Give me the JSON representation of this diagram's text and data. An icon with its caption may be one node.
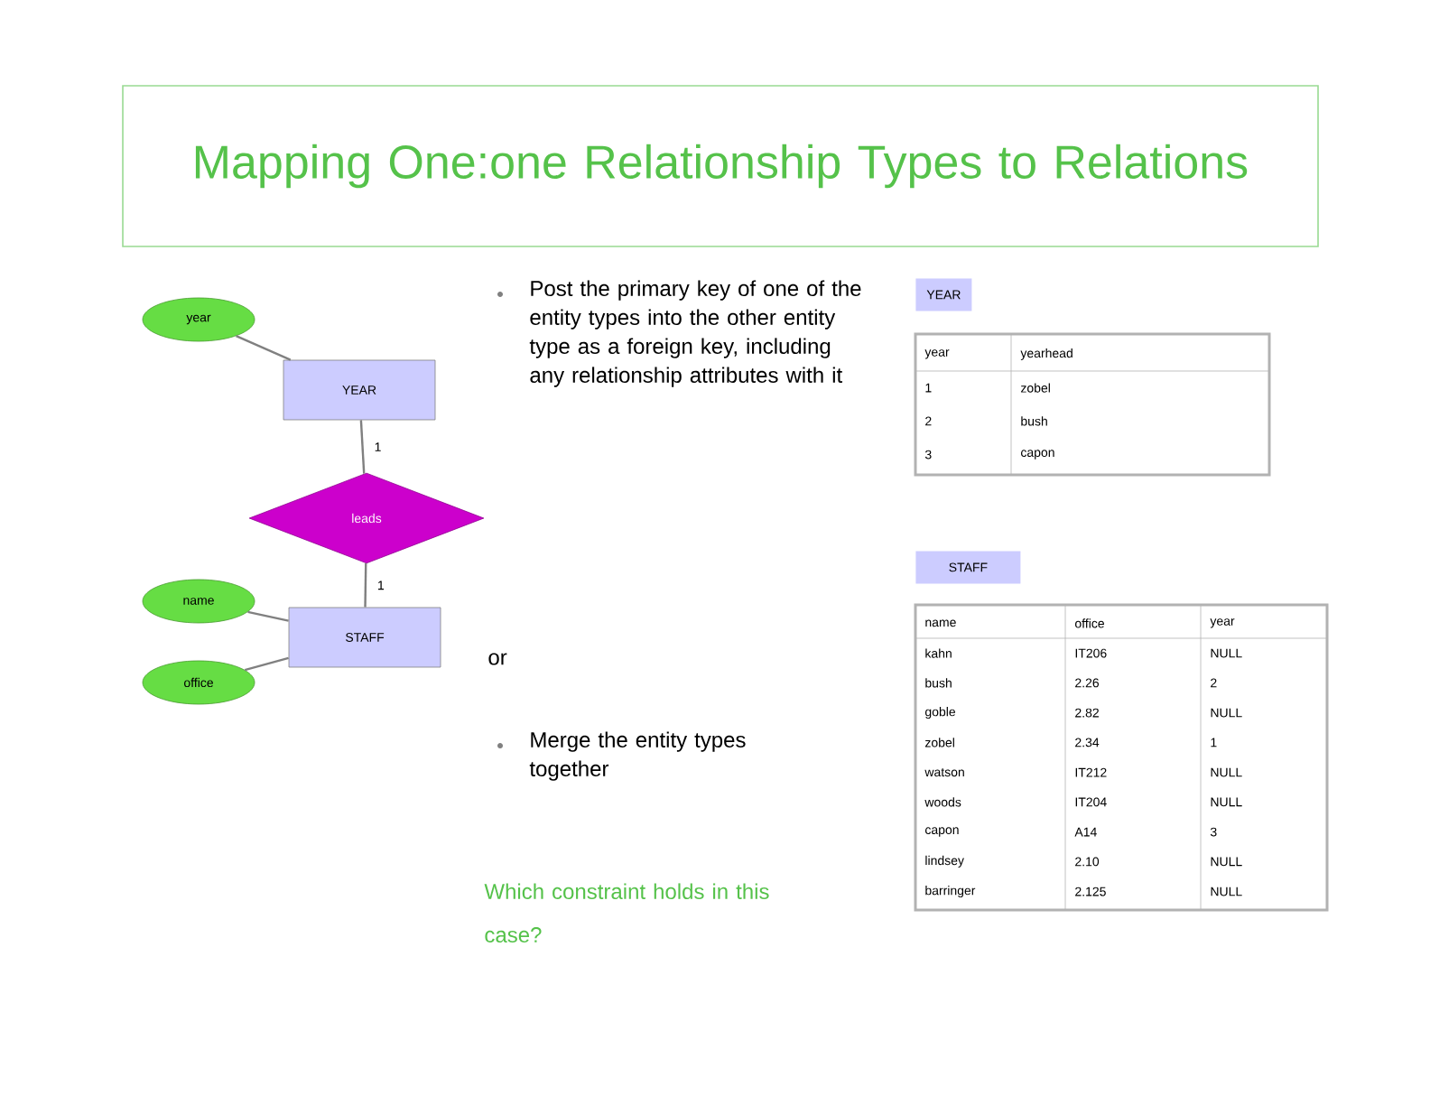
{
  "diagram": {
    "title": "Mapping One:one Relationship Types to Relations",
    "nodes": [
      {
        "text": [
          "year"
        ]
      },
      {
        "text": [
          "YEAR"
        ]
      },
      {
        "text": [
          "leads"
        ]
      },
      {
        "text": [
          "name"
        ]
      },
      {
        "text": [
          "office"
        ]
      },
      {
        "text": [
          "STAFF"
        ]
      }
    ],
    "edges": [
      {
        "from": 0,
        "to": 1,
        "arrow": "none"
      },
      {
        "from": 1,
        "to": 2,
        "arrow": "none",
        "label": "1"
      },
      {
        "from": 2,
        "to": 5,
        "arrow": "none",
        "label": "1"
      },
      {
        "from": 3,
        "to": 5,
        "arrow": "none"
      },
      {
        "from": 4,
        "to": 5,
        "arrow": "none"
      }
    ],
    "labels": [
      "Post the primary key of one of the entity types into the other entity type as a foreign key, including any relationship attributes with it",
      "or",
      "Merge the entity types together",
      "Which constraint holds in this case?",
      "YEAR",
      "year",
      "yearhead",
      "1",
      "zobel",
      "2",
      "bush",
      "3",
      "capon",
      "STAFF",
      "name",
      "office",
      "year",
      "kahn",
      "IT206",
      "NULL",
      "bush",
      "2.26",
      "2",
      "goble",
      "2.82",
      "NULL",
      "zobel",
      "2.34",
      "1",
      "watson",
      "IT212",
      "NULL",
      "woods",
      "IT204",
      "NULL",
      "capon",
      "A14",
      "3",
      "lindsey",
      "2.10",
      "NULL",
      "barringer",
      "2.125",
      "NULL"
    ]
  }
}
